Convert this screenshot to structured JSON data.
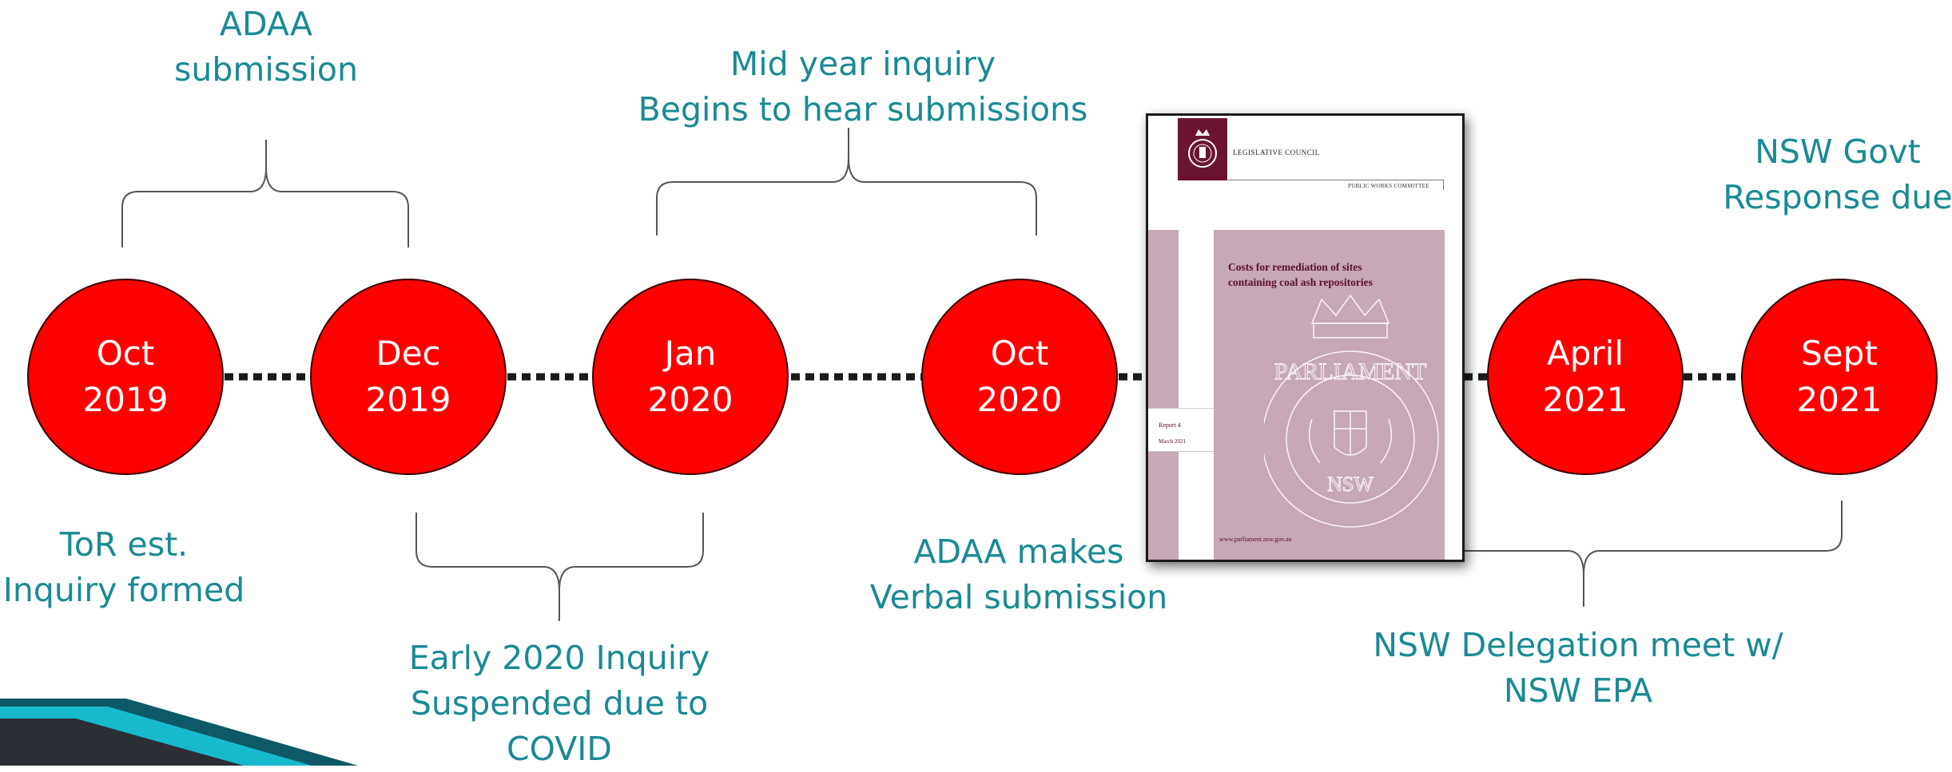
{
  "colors": {
    "node_fill": "#ff0000",
    "label_text": "#1a8a93",
    "report_maroon": "#6b1431",
    "report_pink": "#c6a8b7"
  },
  "nodes": [
    {
      "month": "Oct",
      "year": "2019"
    },
    {
      "month": "Dec",
      "year": "2019"
    },
    {
      "month": "Jan",
      "year": "2020"
    },
    {
      "month": "Oct",
      "year": "2020"
    },
    {
      "month": "April",
      "year": "2021"
    },
    {
      "month": "Sept",
      "year": "2021"
    }
  ],
  "labels": {
    "adaa_submission": [
      "ADAA",
      "submission"
    ],
    "mid_year_inquiry": [
      "Mid year inquiry",
      "Begins to hear submissions"
    ],
    "nsw_govt_response": [
      "NSW Govt",
      "Response due"
    ],
    "tor_established": [
      "ToR est.",
      "Inquiry formed"
    ],
    "early_2020_inquiry": [
      "Early 2020 Inquiry",
      "Suspended due to",
      "COVID"
    ],
    "adaa_verbal": [
      "ADAA makes",
      "Verbal submission"
    ],
    "nsw_delegation": [
      "NSW Delegation meet w/",
      "NSW EPA"
    ]
  },
  "report": {
    "council": "LEGISLATIVE COUNCIL",
    "committee": "PUBLIC WORKS COMMITTEE",
    "title_line1": "Costs for remediation of sites",
    "title_line2": "containing coal ash repositories",
    "report_number": "Report 4",
    "report_date": "March 2021",
    "url": "www.parliament.nsw.gov.au",
    "seal_text": "PARLIAMENT",
    "seal_state": "NSW"
  }
}
